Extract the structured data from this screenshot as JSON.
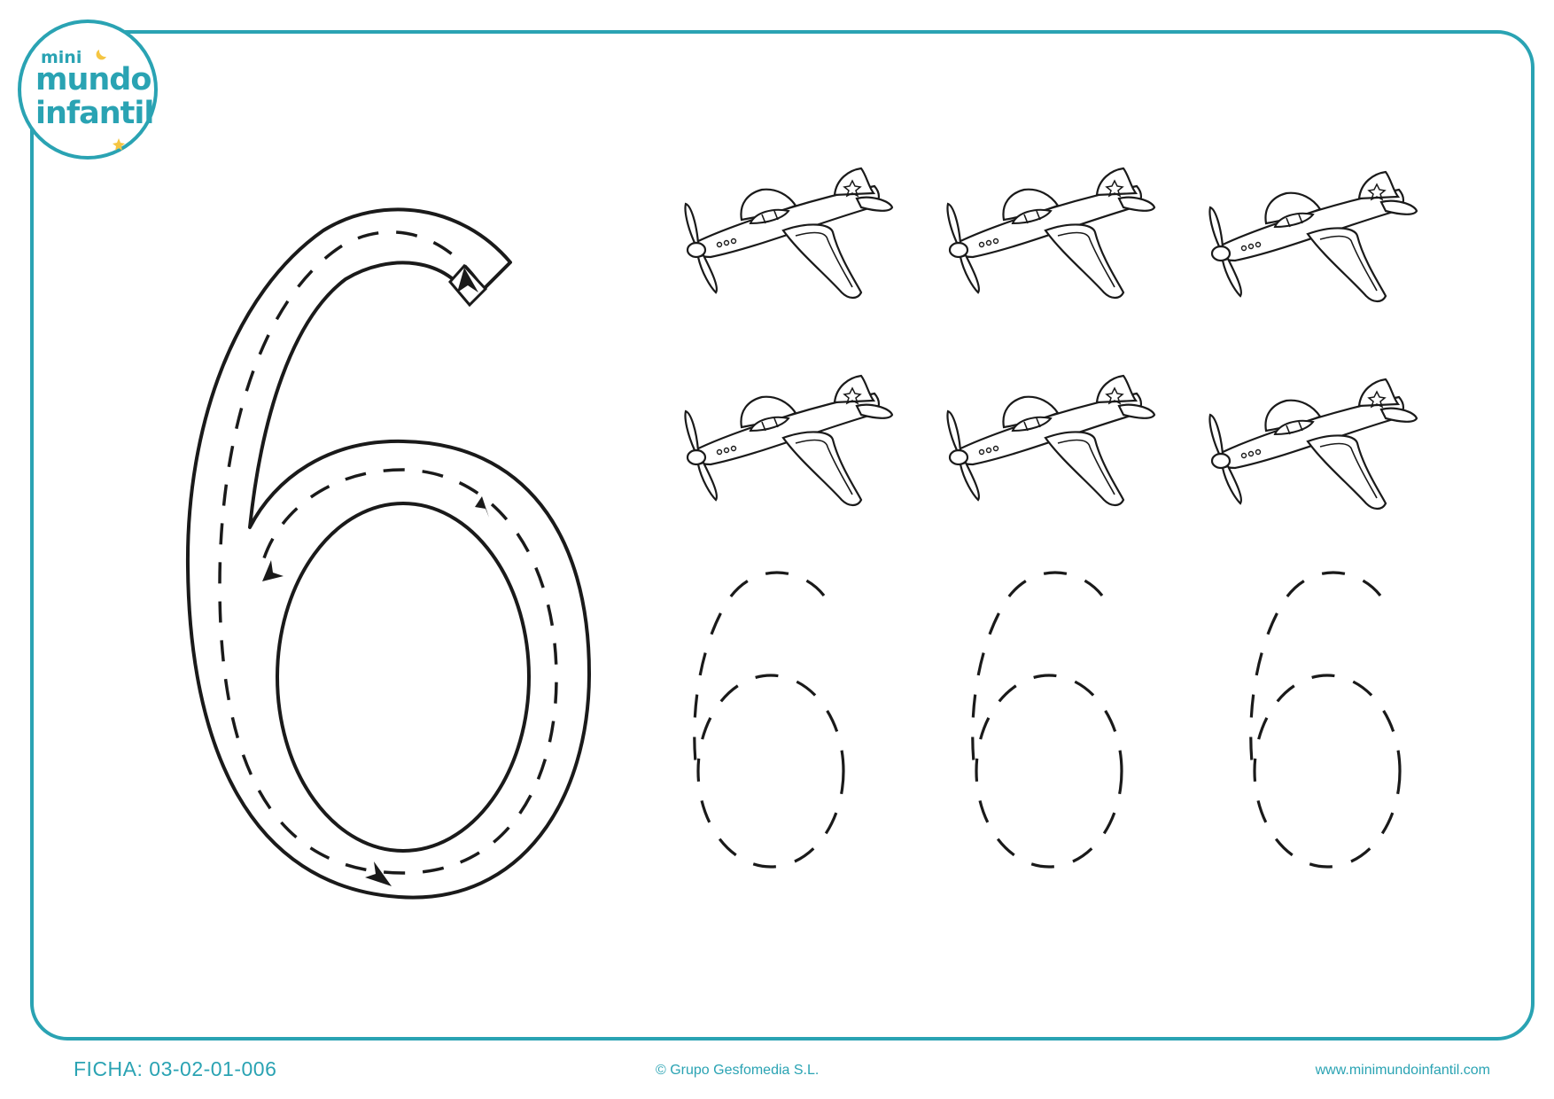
{
  "logo": {
    "line1": "mini",
    "line2": "mundo",
    "line3": "infantil"
  },
  "worksheet": {
    "number": "6",
    "object_count": 6,
    "object_icon": "airplane-icon",
    "practice_count": 3
  },
  "footer": {
    "code": "FICHA: 03-02-01-006",
    "copyright": "© Grupo Gesfomedia S.L.",
    "website": "www.minimundoinfantil.com"
  },
  "colors": {
    "accent": "#2aa3b3",
    "star": "#f5c542",
    "ink": "#1a1a1a"
  }
}
